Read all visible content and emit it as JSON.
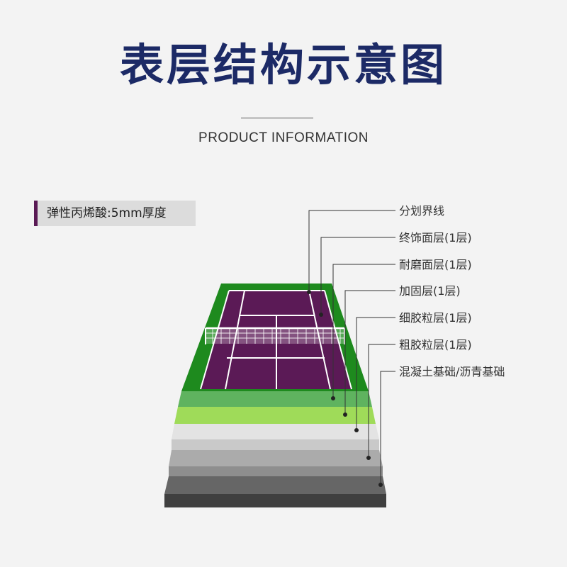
{
  "title": "表层结构示意图",
  "subtitle": "PRODUCT INFORMATION",
  "spec": "弹性丙烯酸:5mm厚度",
  "layers": [
    {
      "label": "分划界线"
    },
    {
      "label": "终饰面层(1层)"
    },
    {
      "label": "耐磨面层(1层)"
    },
    {
      "label": "加固层(1层)"
    },
    {
      "label": "细胶粒层(1层)"
    },
    {
      "label": "粗胶粒层(1层)"
    },
    {
      "label": "混凝土基础/沥青基础"
    }
  ],
  "colors": {
    "title": "#1c2a66",
    "court_surface": "#5b1a56",
    "court_border": "#1e8a1e",
    "court_lines": "#ffffff",
    "wear_layer": "#5fb35f",
    "reinforce_layer": "#9fdb59",
    "fine_rubber_layer": "#d9d9d9",
    "coarse_rubber_layer": "#9c9c9c",
    "base_layer": "#4a4a4a",
    "spec_accent": "#5a1a55"
  }
}
